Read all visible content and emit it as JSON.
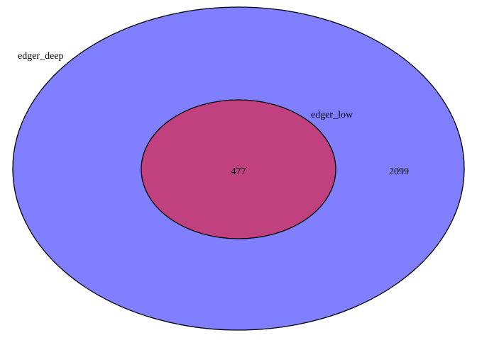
{
  "venn": {
    "sets": [
      {
        "name": "edger_deep",
        "color": "#7f7fff"
      },
      {
        "name": "edger_low",
        "color": "#c04080"
      }
    ],
    "regions": {
      "outer_only": "2099",
      "intersection": "477"
    },
    "outline_color": "#000000"
  }
}
